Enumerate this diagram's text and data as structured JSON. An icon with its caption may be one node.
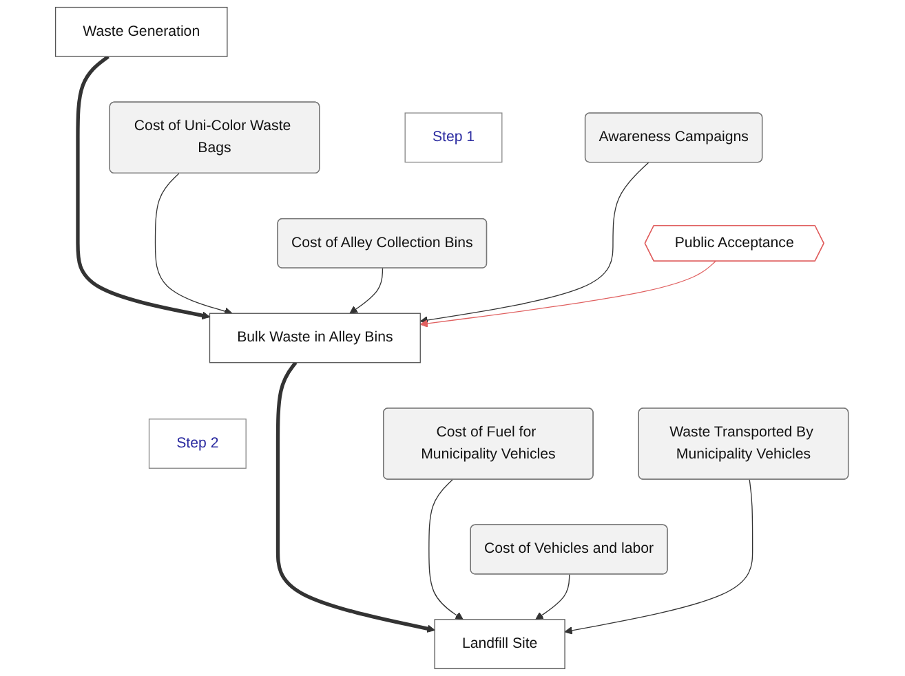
{
  "diagram": {
    "nodes": [
      {
        "text": [
          "Waste Generation"
        ]
      },
      {
        "text": [
          "Cost of Uni-Color Waste Bags"
        ]
      },
      {
        "text": [
          "Step 1"
        ]
      },
      {
        "text": [
          "Awareness Campaigns"
        ]
      },
      {
        "text": [
          "Cost of Alley Collection Bins"
        ]
      },
      {
        "text": [
          "Bulk Waste in Alley Bins"
        ]
      },
      {
        "text": [
          "Public Acceptance"
        ]
      },
      {
        "text": [
          "Step 2"
        ]
      },
      {
        "text": [
          "Cost of Fuel for Municipality Vehicles"
        ]
      },
      {
        "text": [
          "Cost of Vehicles and labor"
        ]
      },
      {
        "text": [
          "Waste Transported By Municipality Vehicles"
        ]
      },
      {
        "text": [
          "Landfill Site"
        ]
      }
    ],
    "edges": [
      {
        "from": 0,
        "to": 5,
        "arrow": "to",
        "style": "thick"
      },
      {
        "from": 1,
        "to": 5,
        "arrow": "to"
      },
      {
        "from": 4,
        "to": 5,
        "arrow": "to"
      },
      {
        "from": 3,
        "to": 5,
        "arrow": "to"
      },
      {
        "from": 6,
        "to": 5,
        "arrow": "to",
        "color": "#e06060"
      },
      {
        "from": 5,
        "to": 11,
        "arrow": "to",
        "style": "thick"
      },
      {
        "from": 8,
        "to": 11,
        "arrow": "to"
      },
      {
        "from": 9,
        "to": 11,
        "arrow": "to"
      },
      {
        "from": 10,
        "to": 11,
        "arrow": "to"
      }
    ]
  }
}
